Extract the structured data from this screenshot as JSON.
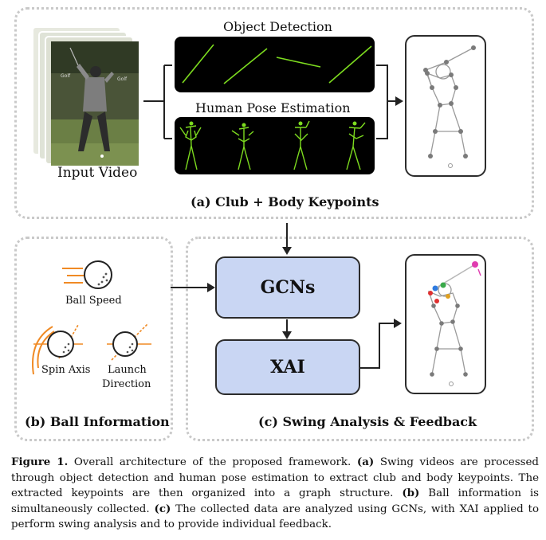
{
  "panel_a": {
    "object_detection_title": "Object Detection",
    "pose_title": "Human Pose Estimation",
    "input_label": "Input Video",
    "caption": "(a) Club + Body Keypoints"
  },
  "panel_b": {
    "ball_speed": "Ball Speed",
    "spin_axis": "Spin Axis",
    "launch_line1": "Launch",
    "launch_line2": "Direction",
    "caption": "(b) Ball Information"
  },
  "panel_c": {
    "gcn_label": "GCNs",
    "xai_label": "XAI",
    "caption": "(c) Swing Analysis & Feedback"
  },
  "figure_caption": {
    "fig_num": "Figure 1.",
    "t1": " Overall architecture of the proposed framework. ",
    "a": "(a)",
    "t2": " Swing videos are processed through object detection and human pose estimation to extract club and body keypoints. The extracted keypoints are then organized into a graph structure. ",
    "b": "(b)",
    "t3": " Ball information is simultaneously collected. ",
    "c": "(c)",
    "t4": " The collected data are analyzed using GCNs, with XAI applied to perform swing analysis and to provide individual feedback."
  },
  "colors": {
    "panel_border": "#c9c9c9",
    "module_fill": "#c9d6f3",
    "keypoint_green": "#7ddc1f",
    "ball_orange": "#f08a24"
  }
}
